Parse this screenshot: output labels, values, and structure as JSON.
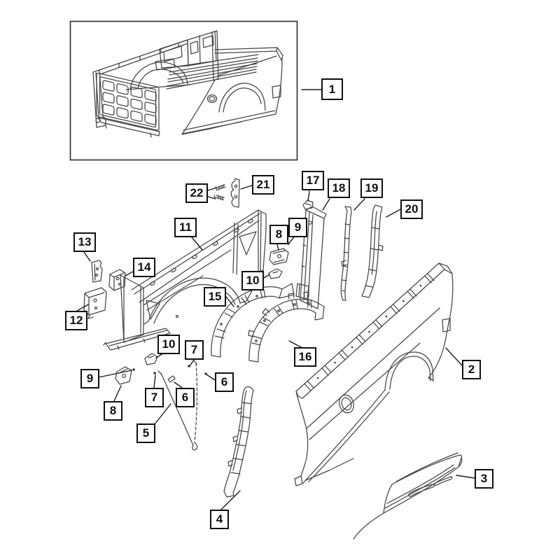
{
  "diagram": {
    "background_color": "#ffffff",
    "line_color": "#454545",
    "callout_style": {
      "border_color": "#101010",
      "text_color": "#101010",
      "fill_color": "#ffffff"
    },
    "callouts": [
      {
        "id": "callout-1",
        "label": "1"
      },
      {
        "id": "callout-2",
        "label": "2"
      },
      {
        "id": "callout-3",
        "label": "3"
      },
      {
        "id": "callout-4",
        "label": "4"
      },
      {
        "id": "callout-5",
        "label": "5"
      },
      {
        "id": "callout-6a",
        "label": "6"
      },
      {
        "id": "callout-6b",
        "label": "6"
      },
      {
        "id": "callout-7a",
        "label": "7"
      },
      {
        "id": "callout-7b",
        "label": "7"
      },
      {
        "id": "callout-8a",
        "label": "8"
      },
      {
        "id": "callout-8b",
        "label": "8"
      },
      {
        "id": "callout-9a",
        "label": "9"
      },
      {
        "id": "callout-9b",
        "label": "9"
      },
      {
        "id": "callout-10a",
        "label": "10"
      },
      {
        "id": "callout-10b",
        "label": "10"
      },
      {
        "id": "callout-11",
        "label": "11"
      },
      {
        "id": "callout-12",
        "label": "12"
      },
      {
        "id": "callout-13",
        "label": "13"
      },
      {
        "id": "callout-14",
        "label": "14"
      },
      {
        "id": "callout-15",
        "label": "15"
      },
      {
        "id": "callout-16",
        "label": "16"
      },
      {
        "id": "callout-17",
        "label": "17"
      },
      {
        "id": "callout-18",
        "label": "18"
      },
      {
        "id": "callout-19",
        "label": "19"
      },
      {
        "id": "callout-20",
        "label": "20"
      },
      {
        "id": "callout-21",
        "label": "21"
      },
      {
        "id": "callout-22",
        "label": "22"
      }
    ]
  }
}
